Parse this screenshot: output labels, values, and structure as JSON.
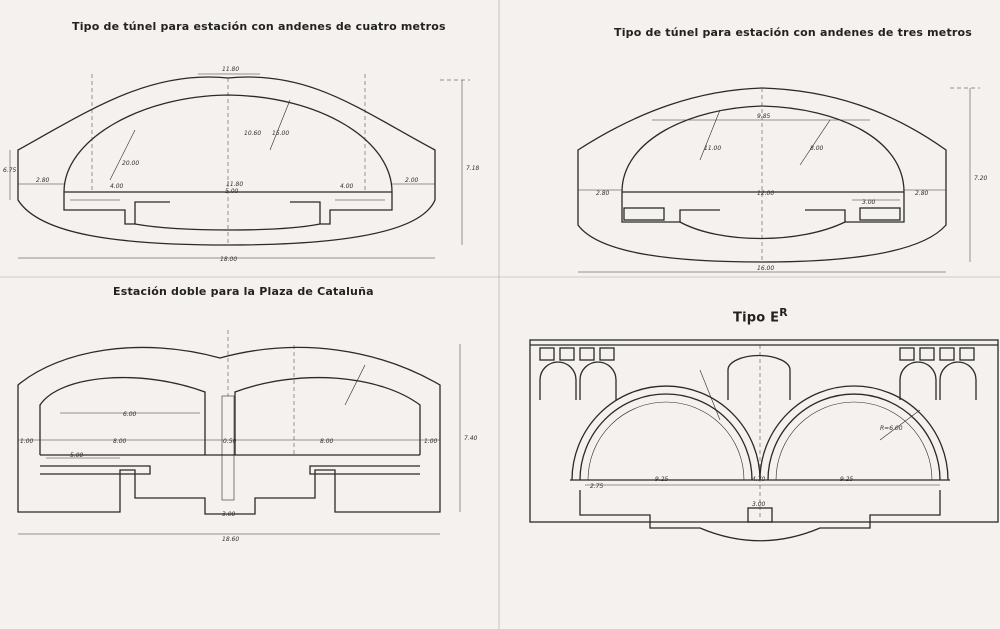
{
  "titles": {
    "four_meter": "Tipo de túnel para estación con andenes de cuatro metros",
    "three_meter": "Tipo de túnel para estación con andenes de tres metros",
    "double": "Estación doble para la Plaza de Cataluña",
    "type_er": "Tipo",
    "type_er_sup": "R",
    "type_er_letter": "E"
  },
  "dims_four": {
    "top_width": "11.80",
    "left_side": "2.80",
    "platform_left": "4.00",
    "mid_span": "11.80",
    "platform_right": "4.00",
    "right_side": "2.00",
    "bottom_total": "18.00",
    "center": "5.00",
    "height": "7.18",
    "left_h": "6.75",
    "r1": "10.60",
    "r2": "15.00",
    "r3": "20.00"
  },
  "dims_three": {
    "top": "9.85",
    "left_side": "2.80",
    "mid_span": "12.00",
    "right_side": "2.80",
    "bottom_total": "16.00",
    "right_h": "7.20",
    "plat": "3.00",
    "r1": "11.00",
    "r2": "8.00"
  },
  "dims_double": {
    "left_top": "6.00",
    "center_w": "0.50",
    "width_left": "8.00",
    "width_right": "8.00",
    "total": "18.60",
    "plat_left": "5.00",
    "bottom": "3.00",
    "left_edge": "1.00",
    "right_edge": "1.00",
    "height": "7.40"
  },
  "dims_er": {
    "left": "2.75",
    "center": "9.25",
    "mid": "4.70",
    "right": "9.25",
    "bottom": "3.00",
    "radius": "R=6.00"
  }
}
